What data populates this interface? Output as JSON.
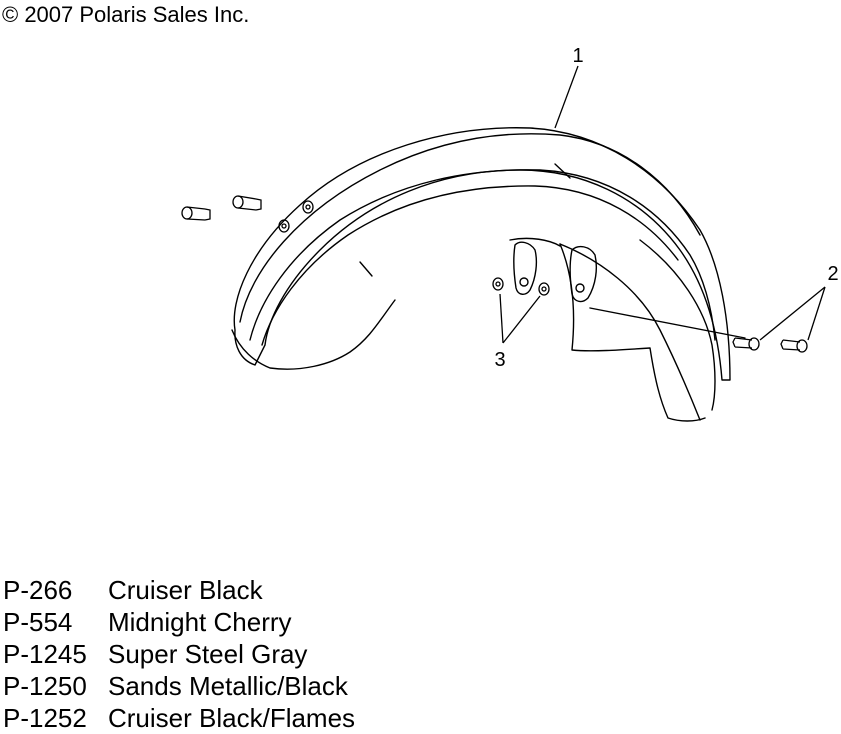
{
  "copyright": "© 2007 Polaris Sales Inc.",
  "callouts": {
    "part1": "1",
    "part2": "2",
    "part3": "3"
  },
  "color_options": [
    {
      "code": "P-266",
      "name": "Cruiser Black"
    },
    {
      "code": "P-554",
      "name": "Midnight Cherry"
    },
    {
      "code": "P-1245",
      "name": "Super Steel Gray"
    },
    {
      "code": "P-1250",
      "name": "Sands Metallic/Black"
    },
    {
      "code": "P-1252",
      "name": "Cruiser Black/Flames"
    }
  ]
}
